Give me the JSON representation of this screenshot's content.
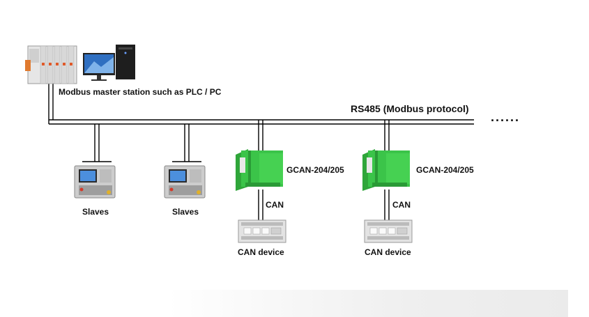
{
  "master": {
    "label": "Modbus master station such as PLC / PC"
  },
  "bus": {
    "label": "RS485 (Modbus protocol)",
    "continuation": "......"
  },
  "slaves": [
    {
      "label": "Slaves"
    },
    {
      "label": "Slaves"
    }
  ],
  "gateways": [
    {
      "label": "GCAN-204/205",
      "link_label": "CAN",
      "device_label": "CAN device"
    },
    {
      "label": "GCAN-204/205",
      "link_label": "CAN",
      "device_label": "CAN device"
    }
  ],
  "colors": {
    "line": "#000000",
    "gateway_green": "#3bc449",
    "panel_gray": "#c9c9c9",
    "screen_blue": "#2f6fc1"
  }
}
